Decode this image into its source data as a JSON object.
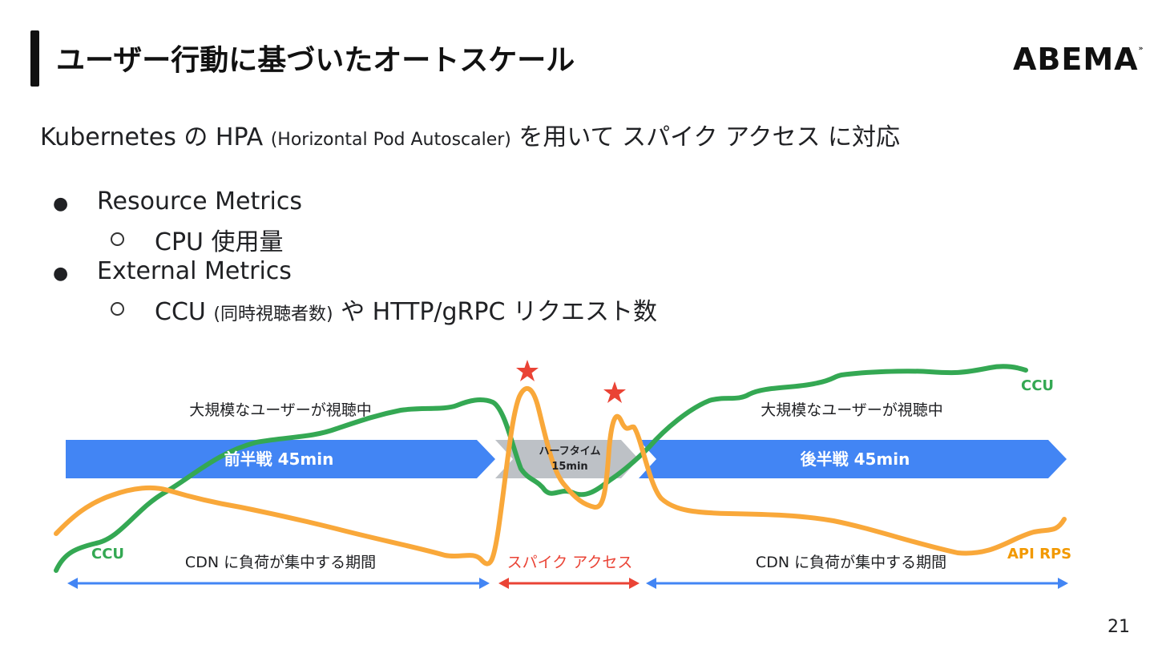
{
  "slide": {
    "title": "ユーザー行動に基づいたオートスケール",
    "logo": "ABEMA",
    "page_number": "21"
  },
  "subtitle": {
    "part1": "Kubernetes の HPA ",
    "part2": "(Horizontal Pod Autoscaler)",
    "part3": " を用いて スパイク アクセス に対応"
  },
  "bullets": [
    {
      "label": "Resource Metrics",
      "sub": [
        {
          "main": "CPU 使用量",
          "small": "",
          "tail": ""
        }
      ]
    },
    {
      "label": "External Metrics",
      "sub": [
        {
          "main": "CCU ",
          "small": "(同時視聴者数)",
          "tail": " や HTTP/gRPC リクエスト数"
        }
      ]
    }
  ],
  "diagram": {
    "first_half": "前半戦 45min",
    "halftime": "ハーフタイム",
    "halftime_duration": "15min",
    "second_half": "後半戦 45min",
    "viewing_label_left": "大規模なユーザーが視聴中",
    "viewing_label_right": "大規模なユーザーが視聴中",
    "ccu_label_left": "CCU",
    "ccu_label_right": "CCU",
    "api_label": "API RPS",
    "cdn_left": "CDN に負荷が集中する期間",
    "spike": "スパイク アクセス",
    "cdn_right": "CDN に負荷が集中する期間",
    "colors": {
      "blue": "#4285f4",
      "gray": "#bdc1c6",
      "green": "#34a853",
      "orange": "#f9a83a",
      "red": "#ea4335",
      "api_text": "#f29900"
    }
  }
}
